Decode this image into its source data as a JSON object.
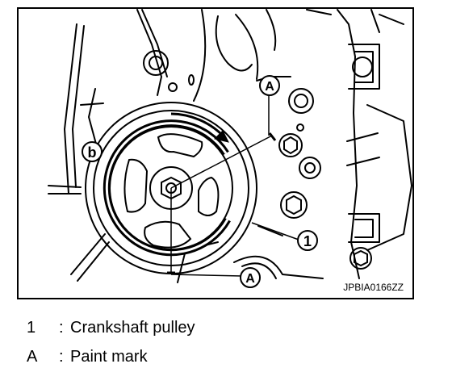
{
  "diagram": {
    "image_code": "JPBIA0166ZZ",
    "callouts": {
      "one": "1",
      "a": "A",
      "b": "b"
    }
  },
  "legend": {
    "items": [
      {
        "key": "1",
        "separator": ":",
        "label": "Crankshaft pulley"
      },
      {
        "key": "A",
        "separator": ":",
        "label": "Paint mark"
      }
    ]
  }
}
